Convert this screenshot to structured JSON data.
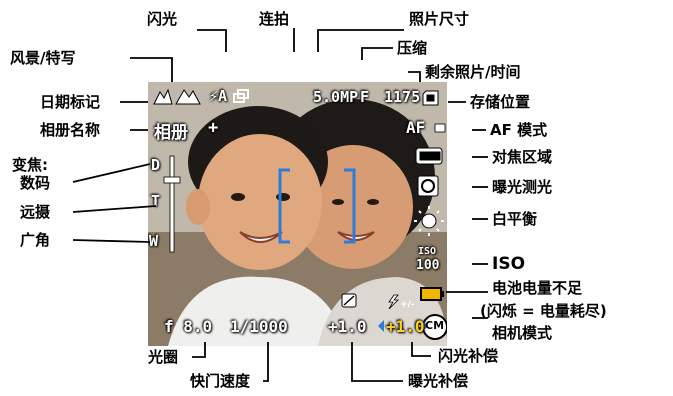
{
  "labels": {
    "flash": "闪光",
    "burst": "连拍",
    "photo_size": "照片尺寸",
    "compression": "压缩",
    "landscape_macro": "风景/特写",
    "remaining": "剩余照片/时间",
    "date_stamp": "日期标记",
    "storage": "存储位置",
    "album_name": "相册名称",
    "af_mode": "AF 模式",
    "zoom_title": "变焦:",
    "zoom_digital": "数码",
    "zoom_tele": "远摄",
    "zoom_wide": "广角",
    "focus_zone": "对焦区域",
    "metering": "曝光测光",
    "white_balance": "白平衡",
    "iso": "ISO",
    "battery_low": "电池电量不足",
    "battery_note": "(闪烁 = 电量耗尽)",
    "camera_mode": "相机模式",
    "aperture": "光圈",
    "shutter": "快门速度",
    "flash_comp": "闪光补偿",
    "exposure_comp": "曝光补偿"
  },
  "overlay": {
    "flash_mode": "⚡A",
    "photo_size": "5.0MP",
    "compression": "F",
    "remaining": "1175",
    "album": "相册",
    "album_plus": "+",
    "af": "AF",
    "zoom_d": "D",
    "zoom_t": "T",
    "zoom_w": "W",
    "iso_top": "ISO",
    "iso_value": "100",
    "aperture": "f 8.0",
    "shutter": "1/1000",
    "exposure": "+1.0",
    "flash_comp": "+1.0",
    "camera_mode": "CM"
  },
  "colors": {
    "focus_bracket": "#2f7bd6",
    "flash_comp_text": "#ffd21a",
    "battery_fill": "#f2b600"
  }
}
